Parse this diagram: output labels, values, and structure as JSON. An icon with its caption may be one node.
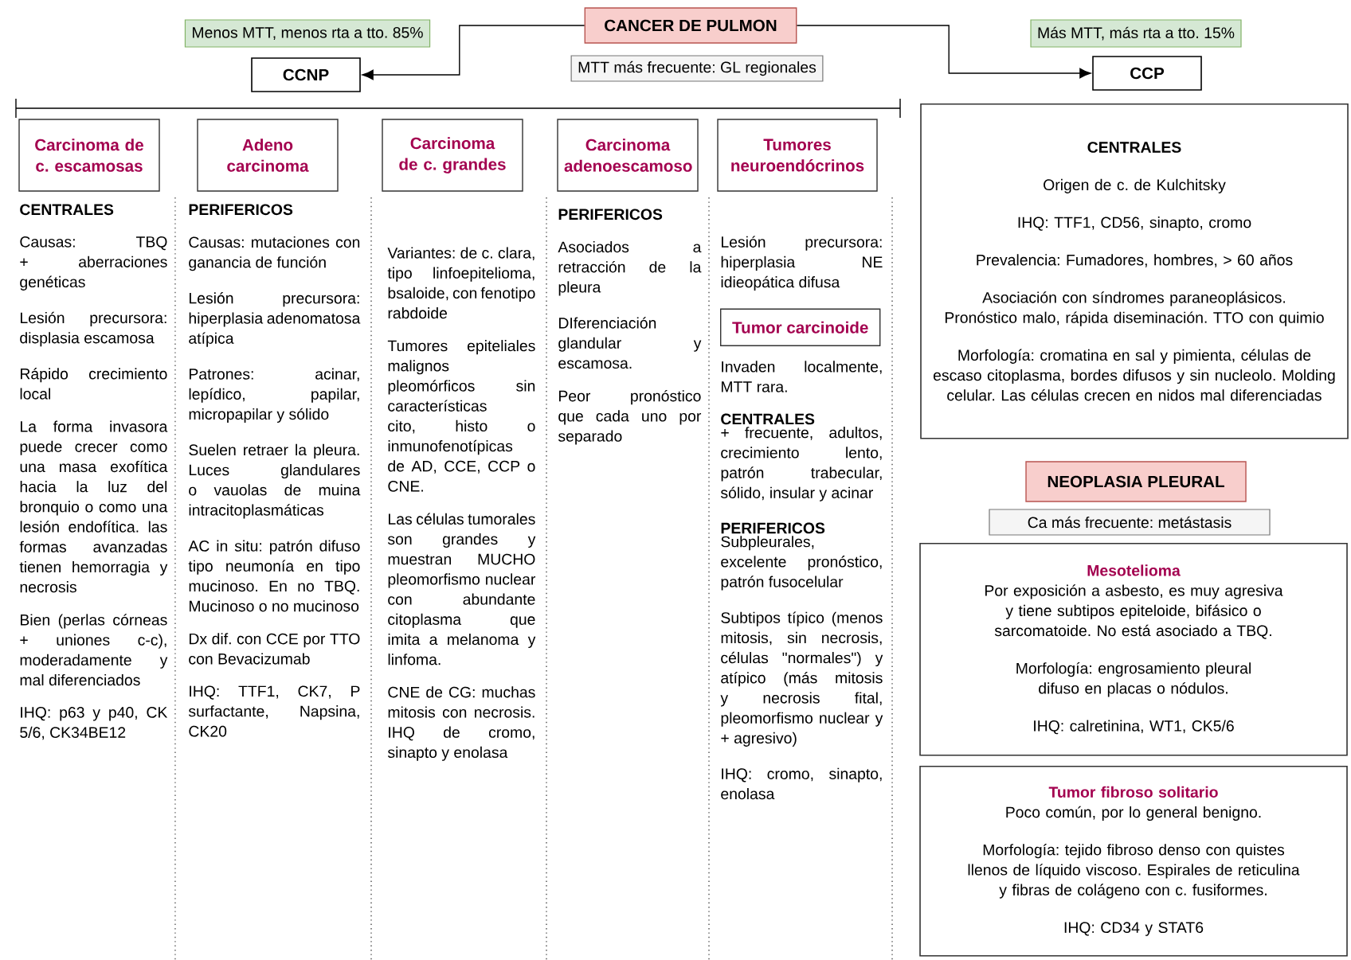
{
  "diagram": {
    "nodes": [
      {
        "text": [
          "CANCER DE PULMON"
        ]
      },
      {
        "text": [
          "Menos MTT, menos rta a tto. 85%"
        ]
      },
      {
        "text": [
          "CCNP"
        ]
      },
      {
        "text": [
          "Más MTT, más rta a tto. 15%"
        ]
      },
      {
        "text": [
          "CCP"
        ]
      },
      {
        "text": [
          "MTT más frecuente: GL regionales"
        ]
      },
      {
        "text": [
          "Carcinoma de c. escamosas"
        ]
      },
      {
        "text": [
          "Adeno carcinoma"
        ]
      },
      {
        "text": [
          "Carcinoma de c. grandes"
        ]
      },
      {
        "text": [
          "Carcinoma adenoescamoso"
        ]
      },
      {
        "text": [
          "Tumores neuroendócrinos"
        ]
      },
      {
        "text": [
          "CENTRALES",
          "Origen de c. de Kulchitsky",
          "IHQ: TTF1, CD56, sinapto, cromo",
          "Prevalencia: Fumadores, hombres, > 60 años",
          "Asociación con síndromes paraneoplásicos. Pronóstico malo, rápida diseminación. TTO con quimio",
          "Morfología: cromatina en sal y pimienta, células de escaso citoplasma, bordes difusos y sin nucleolo. Molding celular. Las células crecen en nidos mal diferenciadas"
        ]
      },
      {
        "text": [
          "NEOPLASIA PLEURAL"
        ]
      },
      {
        "text": [
          "Ca más frecuente: metástasis"
        ]
      },
      {
        "text": [
          "Mesotelioma",
          "Por exposición a asbesto, es muy agresiva y tiene subtipos epiteloide, bifásico o sarcomatoide. No está asociado a TBQ.",
          "Morfología: engrosamiento pleural difuso en placas o nódulos.",
          "IHQ: calretinina, WT1, CK5/6"
        ]
      },
      {
        "text": [
          "Tumor fibroso solitario",
          "Poco común, por lo general benigno.",
          "Morfología: tejido fibroso denso con quistes llenos de líquido viscoso. Espirales de reticulina y fibras de colágeno con c. fusiformes.",
          "IHQ: CD34 y STAT6"
        ]
      },
      {
        "text": [
          "Tumor carcinoide"
        ]
      }
    ],
    "edges": [
      {
        "from": 0,
        "to": 2,
        "arrow": "to"
      },
      {
        "from": 0,
        "to": 4,
        "arrow": "to"
      }
    ],
    "labels": [
      "CENTRALES",
      "Causas: TBQ + aberraciones genéticas",
      "Lesión precursora: displasia escamosa",
      "Rápido crecimiento local",
      "La forma invasora puede crecer como una masa exofítica hacia la luz del bronquio o como una lesión endofítica. las formas avanzadas tienen hemorragia y necrosis",
      "Bien (perlas córneas + uniones c-c), moderadamente y mal diferenciados",
      "IHQ: p63 y p40, CK 5/6, CK34BE12",
      "PERIFERICOS",
      "Causas: mutaciones con ganancia de función",
      "Lesión precursora: hiperplasia adenomatosa atípica",
      "Patrones: acinar, lepídico, papilar, micropapilar y sólido",
      "Suelen retraer la pleura. Luces glandulares o vauolas de muina intracitoplasmáticas",
      "AC in situ: patrón difuso tipo neumonía en tipo mucinoso. En no TBQ. Mucinoso o no mucinoso",
      "Dx dif. con CCE por TTO con Bevacizumab",
      "IHQ: TTF1, CK7, P surfactante, Napsina, CK20",
      "Variantes: de c. clara, tipo linfoepitelioma, bsaloide, con fenotipo rabdoide",
      "Tumores epiteliales malignos pleomórficos sin características cito, histo o inmunofenotípicas de AD, CCE, CCP o CNE.",
      "Las células tumorales son grandes y muestran MUCHO pleomorfismo nuclear con abundante citoplasma que imita a melanoma y linfoma.",
      "CNE de CG: muchas mitosis con necrosis. IHQ de cromo, sinapto y enolasa",
      "PERIFERICOS",
      "Asociados a retracción de la pleura",
      "DIferenciación glandular y escamosa.",
      "Peor pronóstico que cada uno por separado",
      "Lesión precursora: hiperplasia NE idieopática difusa",
      "Invaden localmente, MTT rara.",
      "CENTRALES",
      "+ frecuente, adultos, crecimiento lento, patrón trabecular, sólido, insular y acinar",
      "PERIFERICOS",
      "Subpleurales, excelente pronóstico, patrón fusocelular",
      "Subtipos típico (menos mitosis, sin necrosis, células \"normales\") y atípico (más mitosis y necrosis fital, pleomorfismo nuclear y + agresivo)",
      "IHQ: cromo, sinapto, enolasa"
    ]
  }
}
